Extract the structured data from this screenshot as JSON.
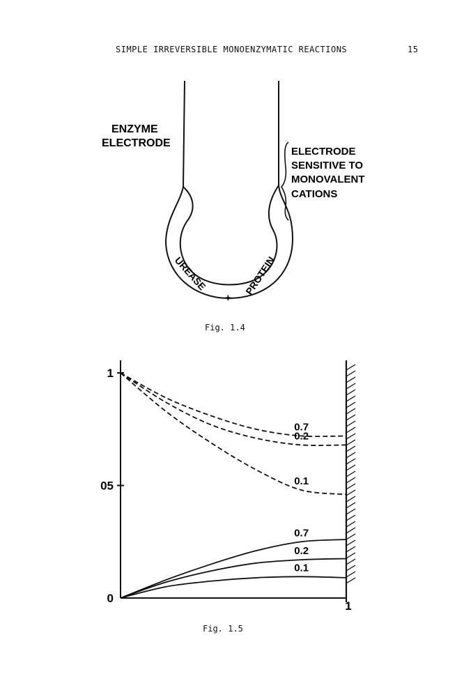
{
  "header": {
    "running_title": "SIMPLE IRREVERSIBLE MONOENZYMATIC REACTIONS",
    "page_number": "15"
  },
  "fig14": {
    "caption": "Fig. 1.4",
    "label_left_line1": "ENZYME",
    "label_left_line2": "ELECTRODE",
    "label_right_line1": "ELECTRODE",
    "label_right_line2": "SENSITIVE TO",
    "label_right_line3": "MONOVALENT",
    "label_right_line4": "CATIONS",
    "membrane_text_left": "UREASE",
    "membrane_plus": "+",
    "membrane_text_right": "PROTEIN"
  },
  "fig15": {
    "caption": "Fig. 1.5"
  },
  "chart_data": {
    "type": "line",
    "title": "",
    "xlabel": "",
    "ylabel": "",
    "xlim": [
      0,
      1
    ],
    "ylim": [
      0,
      1
    ],
    "x_ticks": [
      "0",
      "1"
    ],
    "y_ticks": [
      "0",
      "0.5",
      "1"
    ],
    "y_tick_labels": [
      "0",
      "05",
      "1"
    ],
    "grid": false,
    "right_boundary": "hatched wall at x = 1",
    "series": [
      {
        "name": "0.7",
        "label": "0.7",
        "style": "dashed",
        "x": [
          0,
          0.2,
          0.4,
          0.6,
          0.8,
          1.0
        ],
        "y": [
          1.0,
          0.89,
          0.81,
          0.75,
          0.72,
          0.72
        ]
      },
      {
        "name": "0.2",
        "label": "0.2",
        "style": "dashed",
        "x": [
          0,
          0.2,
          0.4,
          0.6,
          0.8,
          1.0
        ],
        "y": [
          1.0,
          0.87,
          0.77,
          0.71,
          0.68,
          0.68
        ]
      },
      {
        "name": "0.1",
        "label": "0.1",
        "style": "dashed",
        "x": [
          0,
          0.2,
          0.4,
          0.6,
          0.8,
          1.0
        ],
        "y": [
          1.0,
          0.83,
          0.69,
          0.57,
          0.48,
          0.46
        ]
      },
      {
        "name": "0.7",
        "label": "0.7",
        "style": "solid",
        "x": [
          0,
          0.2,
          0.4,
          0.6,
          0.8,
          1.0
        ],
        "y": [
          0.0,
          0.08,
          0.15,
          0.21,
          0.25,
          0.26
        ]
      },
      {
        "name": "0.2",
        "label": "0.2",
        "style": "solid",
        "x": [
          0,
          0.2,
          0.4,
          0.6,
          0.8,
          1.0
        ],
        "y": [
          0.0,
          0.07,
          0.12,
          0.155,
          0.17,
          0.175
        ]
      },
      {
        "name": "0.1",
        "label": "0.1",
        "style": "solid",
        "x": [
          0,
          0.2,
          0.4,
          0.6,
          0.8,
          1.0
        ],
        "y": [
          0.0,
          0.05,
          0.075,
          0.09,
          0.095,
          0.09
        ]
      }
    ]
  }
}
